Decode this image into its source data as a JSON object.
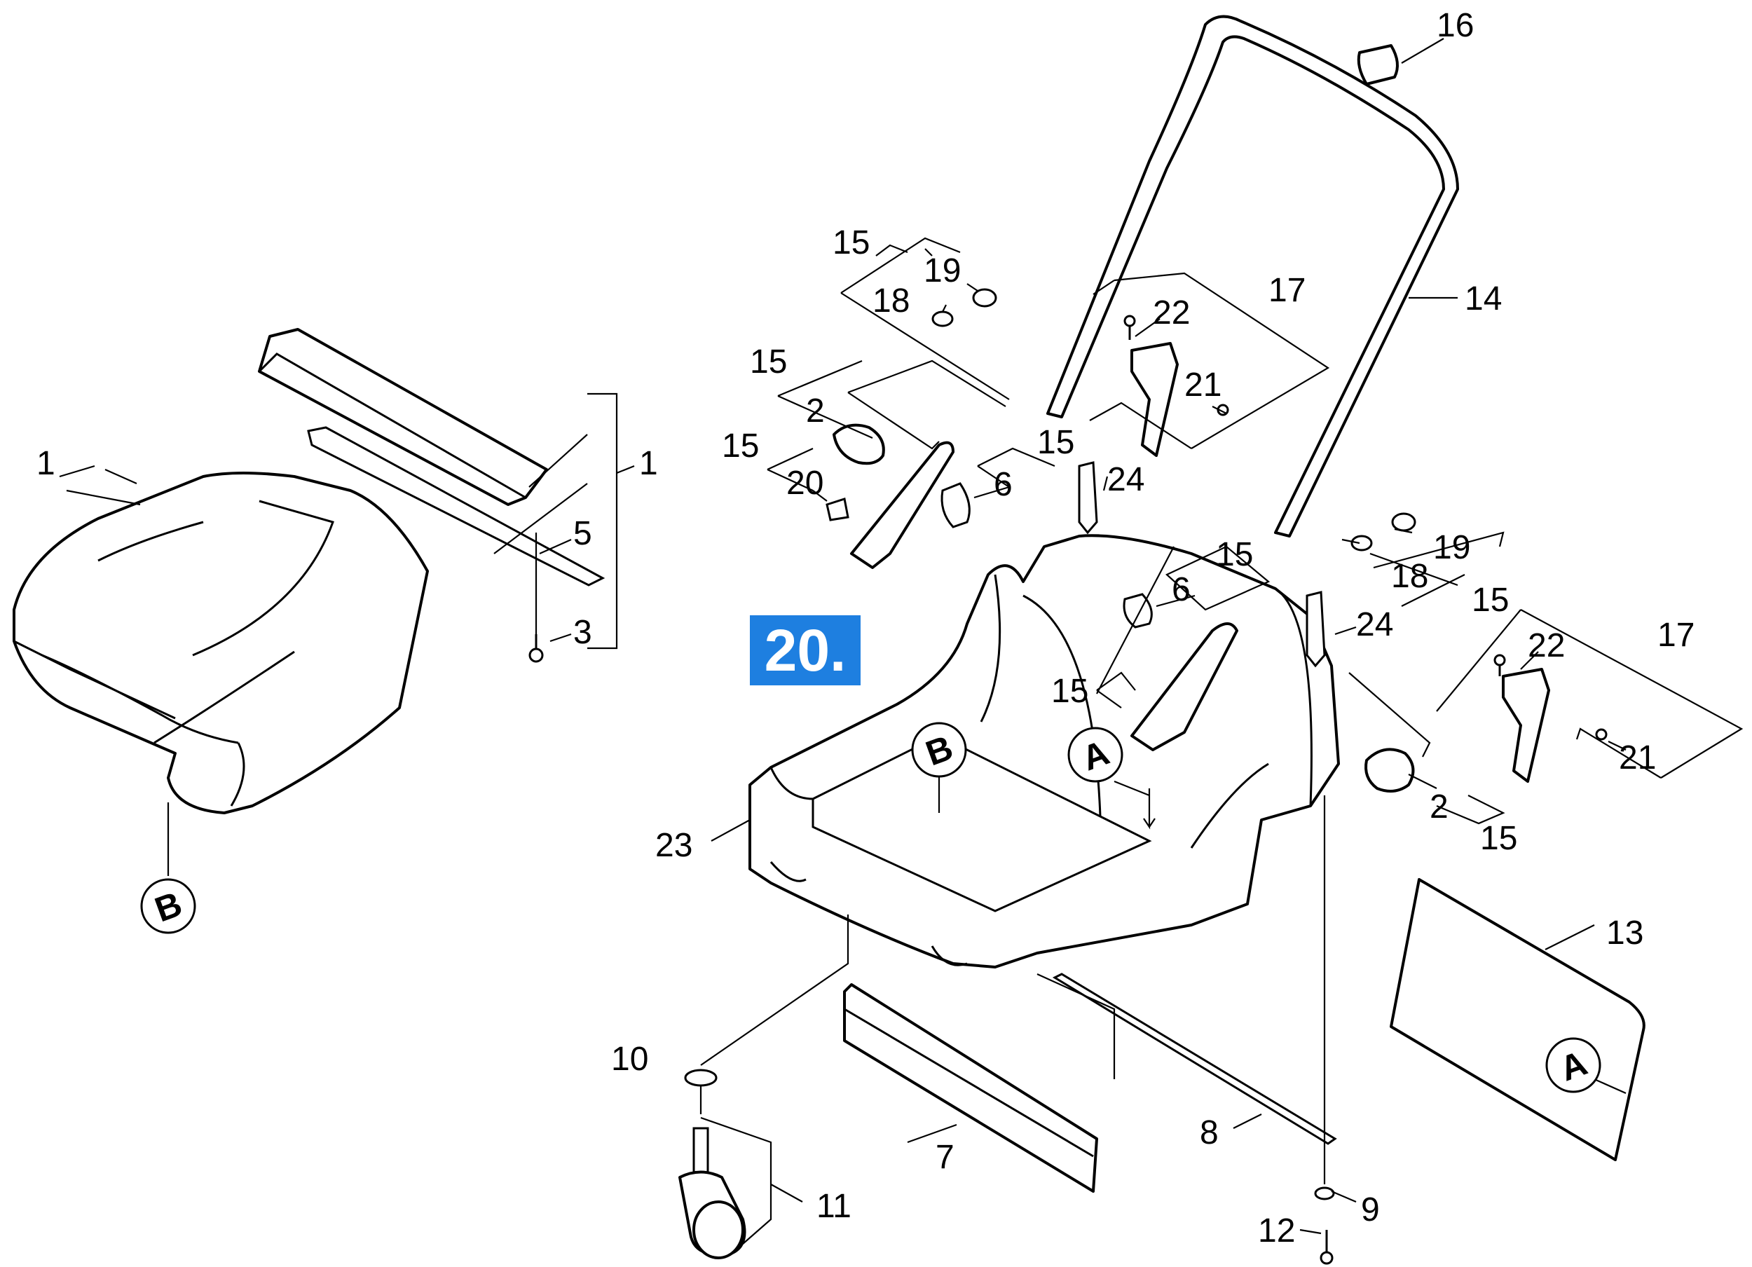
{
  "figure_badge": "20.",
  "callouts": {
    "c1a": "1",
    "c1b": "1",
    "c2a": "2",
    "c2b": "2",
    "c3": "3",
    "c5": "5",
    "c6a": "6",
    "c6b": "6",
    "c7": "7",
    "c8": "8",
    "c9": "9",
    "c10": "10",
    "c11": "11",
    "c12": "12",
    "c13": "13",
    "c14": "14",
    "c15a": "15",
    "c15b": "15",
    "c15c": "15",
    "c15d": "15",
    "c15e": "15",
    "c15f": "15",
    "c15g": "15",
    "c16": "16",
    "c17a": "17",
    "c17b": "17",
    "c18a": "18",
    "c18b": "18",
    "c19a": "19",
    "c19b": "19",
    "c20": "20",
    "c21a": "21",
    "c21b": "21",
    "c22a": "22",
    "c22b": "22",
    "c23": "23",
    "c24a": "24",
    "c24b": "24"
  },
  "refs": {
    "a1": "A",
    "a2": "A",
    "b1": "B",
    "b2": "B"
  }
}
